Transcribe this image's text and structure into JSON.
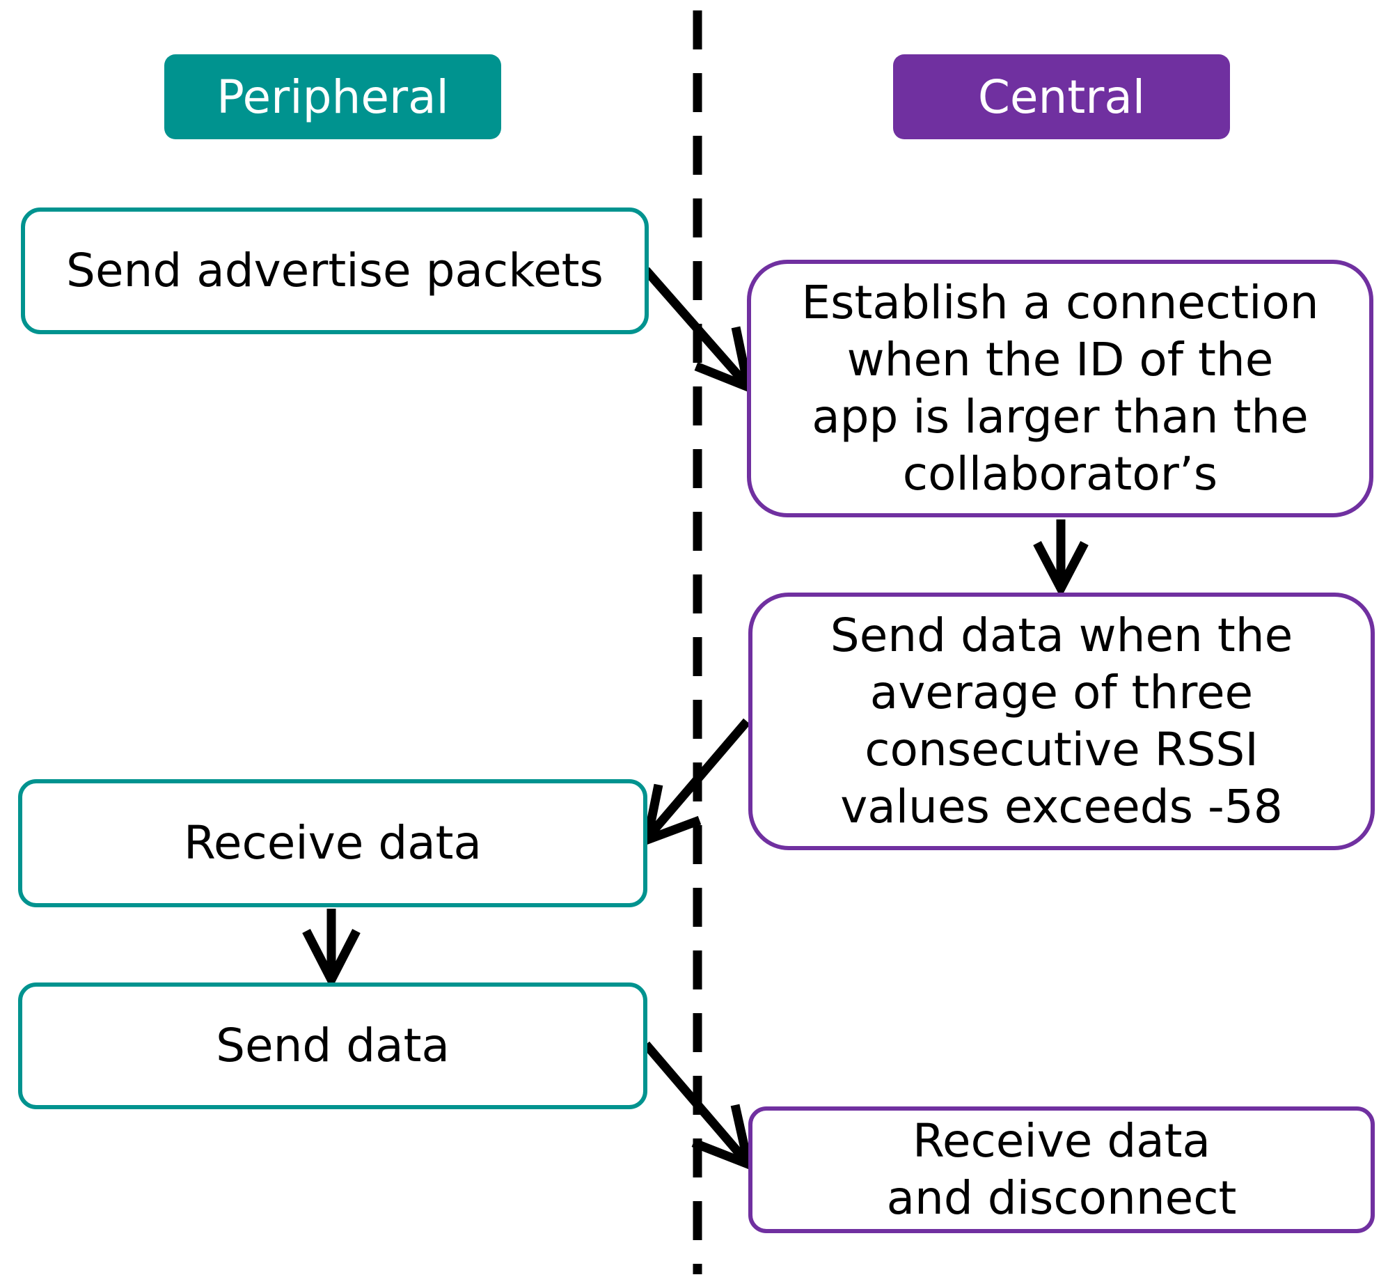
{
  "colors": {
    "peripheral": "#00938F",
    "central": "#7030A0",
    "arrow": "#000000",
    "divider": "#000000"
  },
  "lanes": {
    "peripheral": {
      "title": "Peripheral"
    },
    "central": {
      "title": "Central"
    }
  },
  "steps": {
    "advertise": {
      "label": "Send advertise packets"
    },
    "connect": {
      "label": "Establish a connection\nwhen the ID of the\napp is larger than the\ncollaborator’s"
    },
    "send_rssi": {
      "label": "Send data when the\naverage of three\nconsecutive RSSI\nvalues exceeds -58"
    },
    "receive": {
      "label": "Receive data"
    },
    "send": {
      "label": "Send data"
    },
    "receive_disconnect": {
      "label": "Receive data\nand disconnect"
    }
  }
}
